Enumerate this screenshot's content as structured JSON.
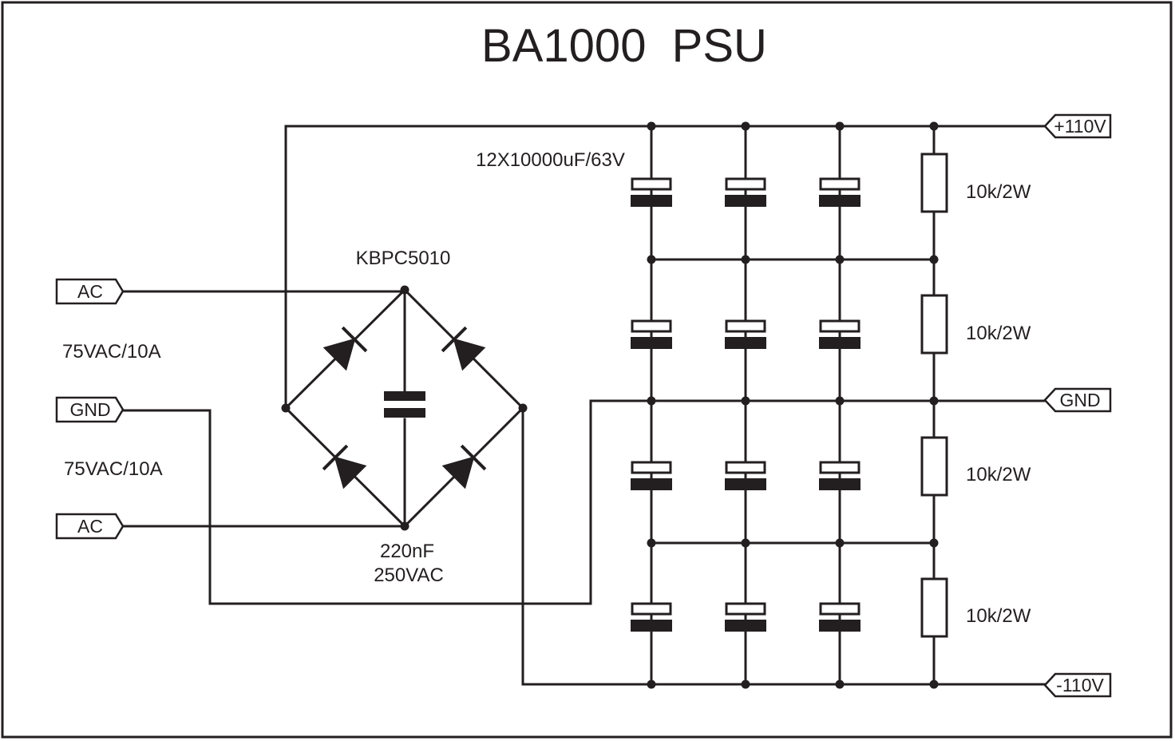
{
  "title": "BA1000  PSU",
  "ports": {
    "ac_top": "AC",
    "gnd_in": "GND",
    "ac_bottom": "AC",
    "pos_out": "+110V",
    "gnd_out": "GND",
    "neg_out": "-110V"
  },
  "labels": {
    "rating_top": "75VAC/10A",
    "rating_bottom": "75VAC/10A",
    "bridge": "KBPC5010",
    "snubber_cap_value": "220nF",
    "snubber_cap_voltage": "250VAC",
    "capacitor_bank": "12X10000uF/63V"
  },
  "resistors": [
    "10k/2W",
    "10k/2W",
    "10k/2W",
    "10k/2W"
  ]
}
